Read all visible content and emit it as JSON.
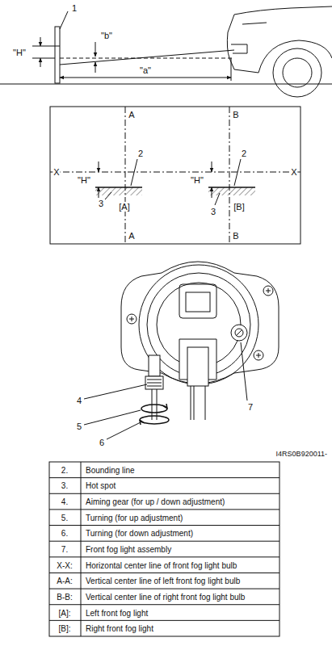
{
  "diagram": {
    "labels": [
      "1",
      "\"H\"",
      "\"b\"",
      "\"a\"",
      "A",
      "B",
      "X",
      "2",
      "\"H\"",
      "\"H\"",
      "2",
      "X",
      "[A]",
      "3",
      "3",
      "[B]",
      "A",
      "B",
      "4",
      "7",
      "5",
      "6",
      "I4RS0B920011-",
      "2.",
      "Bounding line",
      "3.",
      "Hot spot",
      "4.",
      "Aiming gear (for up / down adjustment)",
      "5.",
      "Turning (for up adjustment)",
      "6.",
      "Turning (for down adjustment)",
      "7.",
      "Front fog light assembly",
      "X-X:",
      "Horizontal center line of front fog light bulb",
      "A-A:",
      "Vertical center line of left front fog light bulb",
      "B-B:",
      "Vertical center line of right front fog light bulb",
      "[A]:",
      "Left front fog light",
      "[B]:",
      "Right front fog light"
    ]
  }
}
